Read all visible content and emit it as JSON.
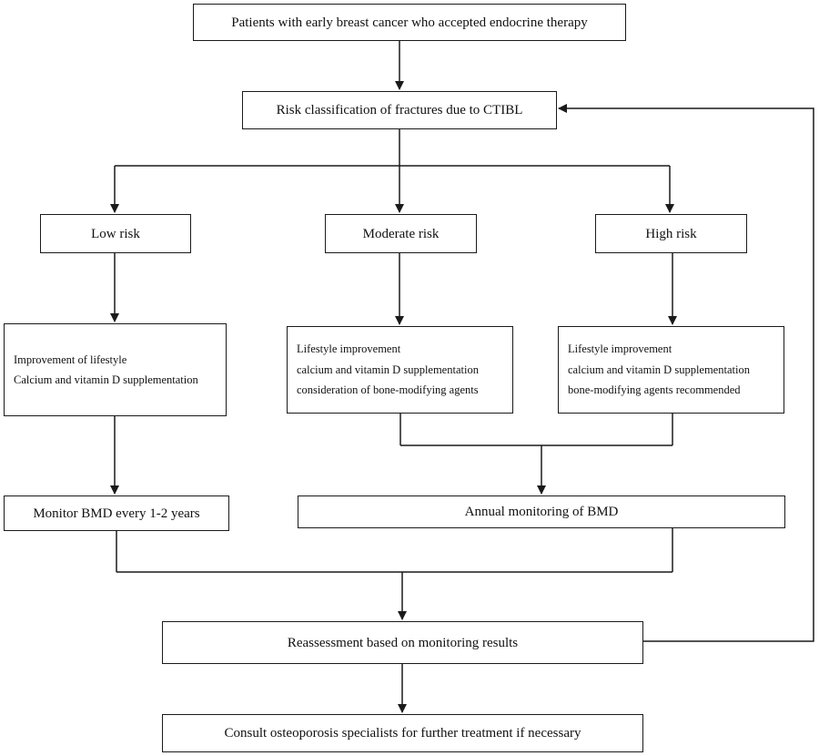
{
  "nodes": {
    "start": "Patients with early breast cancer who accepted endocrine therapy",
    "risk_classification": "Risk classification of fractures due to CTIBL",
    "low_risk": "Low risk",
    "moderate_risk": "Moderate risk",
    "high_risk": "High risk",
    "low_actions": [
      "Improvement of lifestyle",
      "Calcium and vitamin D supplementation"
    ],
    "moderate_actions": [
      "Lifestyle improvement",
      "calcium and vitamin D supplementation",
      "consideration of bone-modifying agents"
    ],
    "high_actions": [
      "Lifestyle improvement",
      "calcium and vitamin D supplementation",
      "bone-modifying agents recommended"
    ],
    "monitor_low": "Monitor BMD every 1-2 years",
    "monitor_annual": "Annual monitoring of BMD",
    "reassessment": "Reassessment based on monitoring results",
    "consult": "Consult osteoporosis specialists for further treatment if necessary"
  },
  "colors": {
    "stroke": "#1a1a1a",
    "text": "#111111",
    "background": "#ffffff"
  }
}
